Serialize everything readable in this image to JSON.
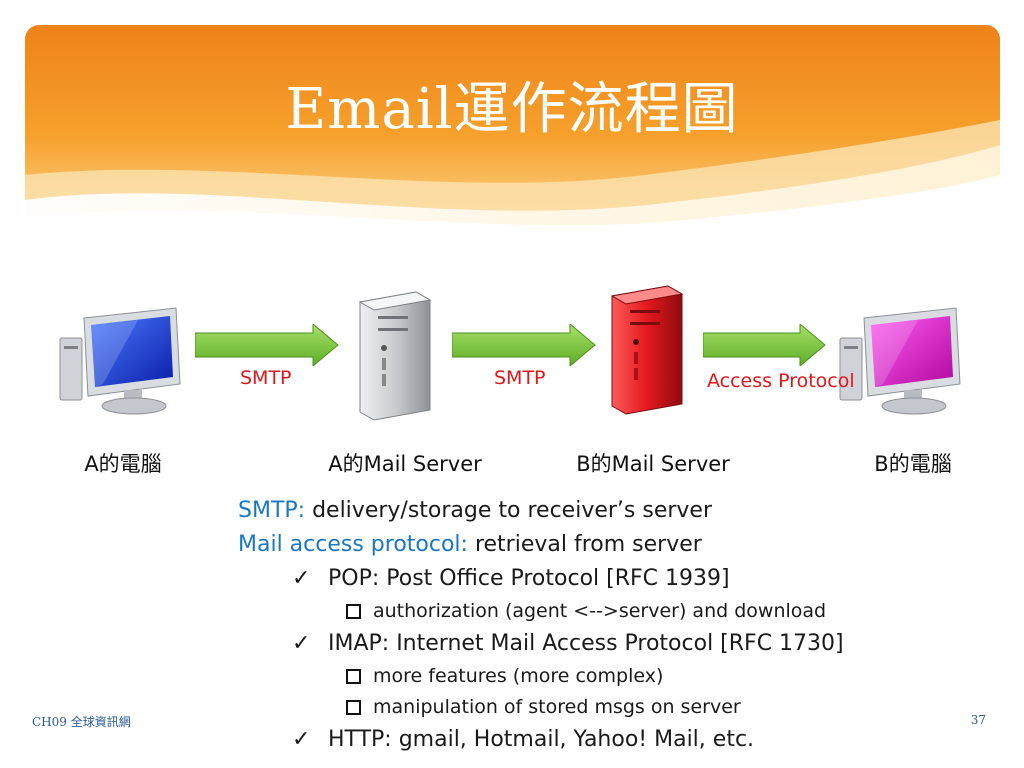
{
  "title": "Email運作流程圖",
  "colors": {
    "banner_top": "#f08a1a",
    "banner_light": "#fbd78a",
    "arrow": "#7cc53a",
    "protocol_red": "#e0161b",
    "term_blue": "#1a78c2"
  },
  "nodes": [
    {
      "label": "A的電腦",
      "icon": "computer-blue-monitor-icon"
    },
    {
      "label": "A的Mail Server",
      "icon": "silver-server-tower-icon"
    },
    {
      "label": "B的Mail Server",
      "icon": "red-server-tower-icon"
    },
    {
      "label": "B的電腦",
      "icon": "computer-magenta-monitor-icon"
    }
  ],
  "links": [
    {
      "protocol": "SMTP"
    },
    {
      "protocol": "SMTP"
    },
    {
      "protocol": "Access Protocol"
    }
  ],
  "body": {
    "smtp_term": "SMTP:",
    "smtp_desc": " delivery/storage to receiver’s server",
    "mail_term": "Mail access protocol:",
    "mail_desc": " retrieval from server",
    "items": [
      {
        "text": "POP: Post Office Protocol [RFC 1939]",
        "sub": [
          "authorization (agent <-->server) and download"
        ]
      },
      {
        "text": "IMAP: Internet Mail Access Protocol [RFC 1730]",
        "sub": [
          "more features (more complex)",
          "manipulation of stored msgs on server"
        ]
      },
      {
        "text": "HTTP: gmail, Hotmail, Yahoo! Mail, etc.",
        "sub": []
      }
    ]
  },
  "footer": {
    "left": "CH09 全球資訊網",
    "page": "37"
  }
}
